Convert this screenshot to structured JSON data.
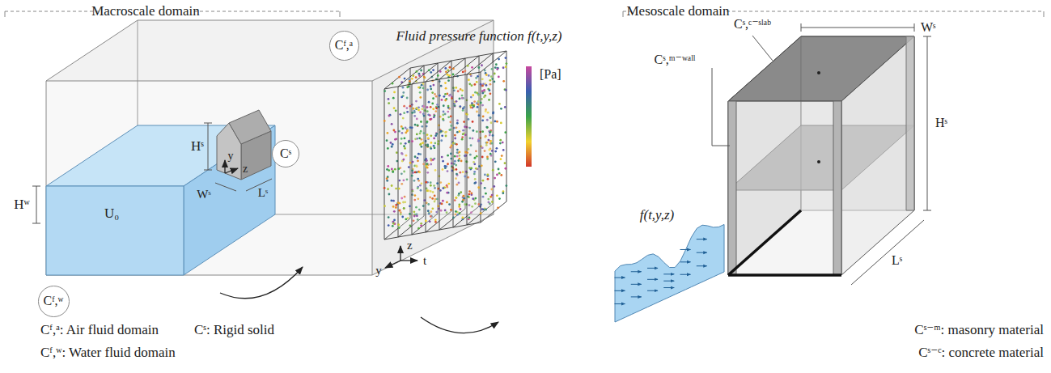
{
  "diagram": {
    "nodes": [
      {
        "text": [
          "Cᶠ,ᵃ"
        ]
      },
      {
        "text": [
          "Cˢ"
        ]
      },
      {
        "text": [
          "Cᶠ,ʷ"
        ]
      }
    ],
    "labels": [
      "Macroscale domain",
      "Mesoscale domain",
      "Hʷ",
      "U₀",
      "Hˢ",
      "y",
      "z",
      "Wˢ",
      "Lˢ",
      "Fluid pressure function f(t,y,z)",
      "[Pa]",
      "z",
      "y",
      "t",
      "Cˢ,ᶜ⁻ˢˡᵃᵇ",
      "Cˢ,ᵐ⁻ʷᵃˡˡ",
      "Wˢ",
      "Hˢ",
      "Lˢ",
      "f(t,y,z)",
      "Cᶠ,ᵃ: Air fluid domain",
      "Cᶠ,ʷ: Water fluid domain",
      "Cˢ: Rigid solid",
      "Cˢ⁻ᵐ: masonry material",
      "Cˢ⁻ᶜ: concrete material"
    ]
  }
}
